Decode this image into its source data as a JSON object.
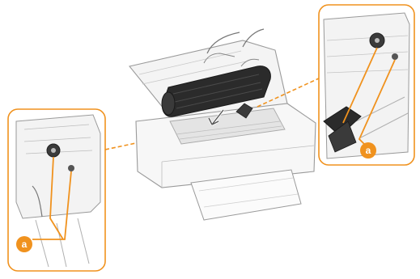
{
  "figure": {
    "kind": "printer-maintenance-illustration",
    "accent_color": "#F0921E",
    "line_color": "#8a8a8a",
    "fill_light": "#f2f2f2",
    "cartridge_color": "#2b2b2b"
  },
  "callouts": {
    "left": {
      "label": "a"
    },
    "right": {
      "label": "a"
    }
  }
}
